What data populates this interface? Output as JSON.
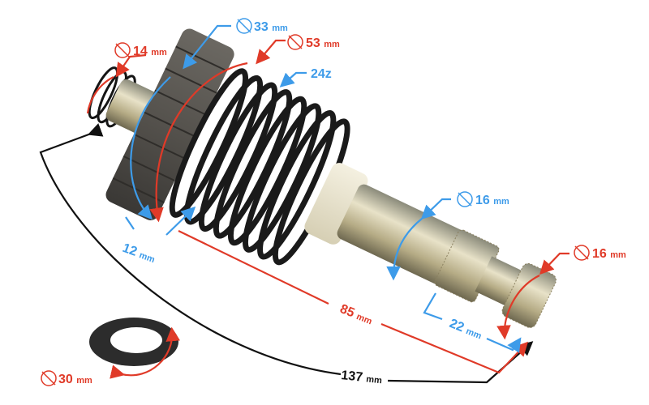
{
  "colors": {
    "blue": "#3d9be9",
    "red": "#e03a28",
    "black": "#111111"
  },
  "icons": {
    "diameter": "diameter-icon"
  },
  "dimensions": {
    "spring_end_diameter": {
      "value": "14",
      "unit": "mm",
      "color": "red"
    },
    "hub_diameter": {
      "value": "33",
      "unit": "mm",
      "color": "blue"
    },
    "gear_diameter": {
      "value": "53",
      "unit": "mm",
      "color": "red"
    },
    "gear_teeth": {
      "value": "24z",
      "color": "blue"
    },
    "gear_width": {
      "value": "12",
      "unit": "mm",
      "color": "blue"
    },
    "shaft_diameter": {
      "value": "16",
      "unit": "mm",
      "color": "blue"
    },
    "spline_diameter": {
      "value": "16",
      "unit": "mm",
      "color": "red"
    },
    "gear_to_end_length": {
      "value": "85",
      "unit": "mm",
      "color": "red"
    },
    "spline_length": {
      "value": "22",
      "unit": "mm",
      "color": "blue"
    },
    "total_length": {
      "value": "137",
      "unit": "mm",
      "color": "black"
    },
    "washer_diameter": {
      "value": "30",
      "unit": "mm",
      "color": "red"
    }
  }
}
